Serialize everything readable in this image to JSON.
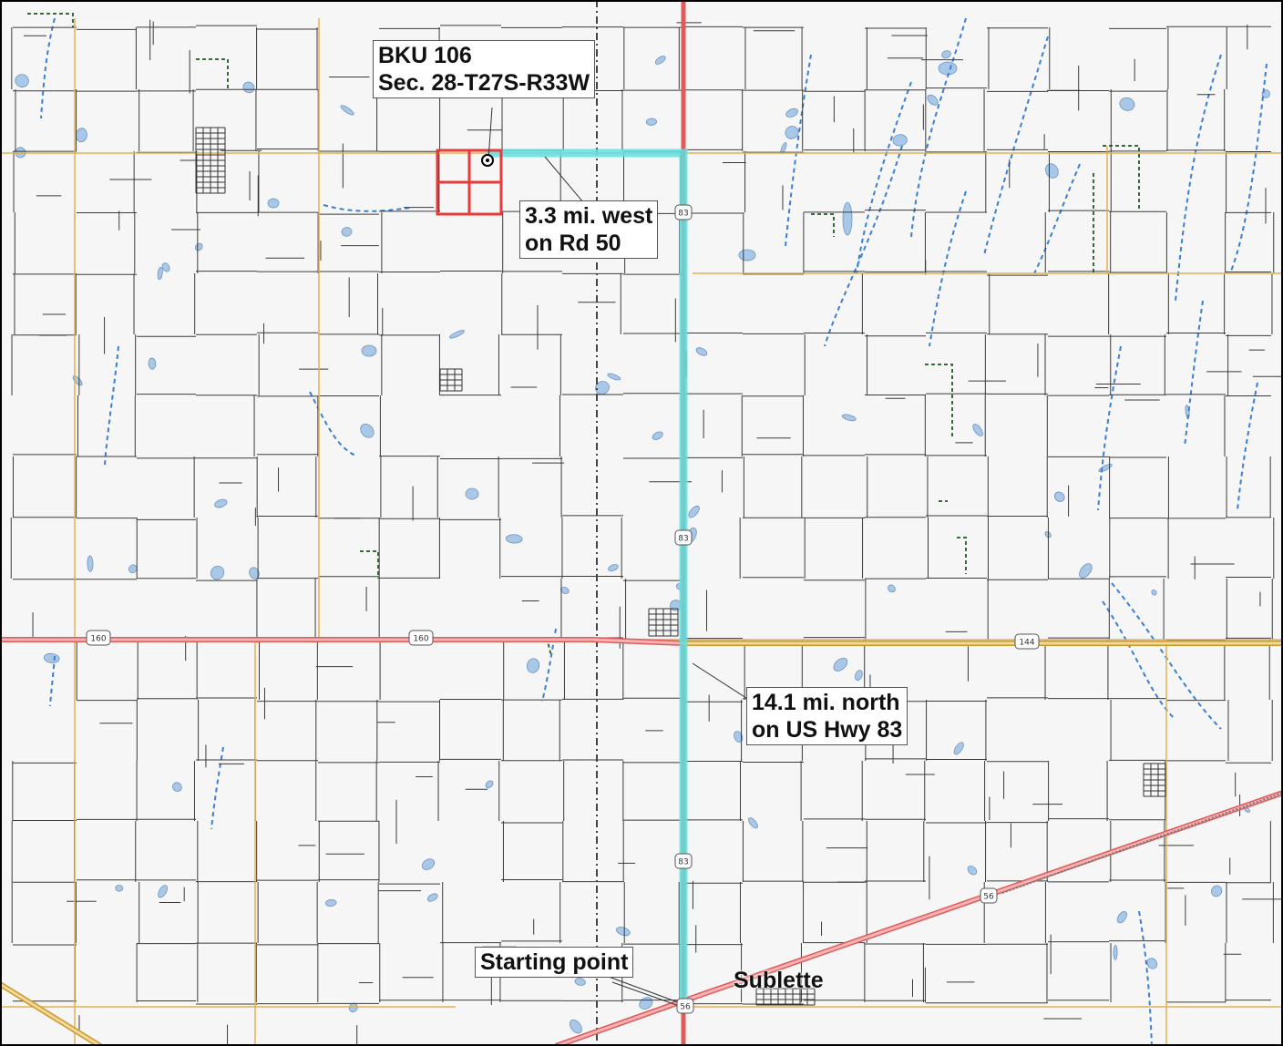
{
  "map": {
    "colors": {
      "background": "#f6f6f6",
      "grid_road": "#3a3a3a",
      "county_road": "#e0b050",
      "highway_red": "#e05a5a",
      "highway_red_fill": "#f7b3b3",
      "route_highlight": "#5fe0e0",
      "stream": "#3a7fd0",
      "pond": "#a9c8e8",
      "boundary_dash": "#3a6a3a",
      "section_box": "#e83a3a",
      "state_hwy": "#c89a2a"
    },
    "shields": [
      {
        "id": "us-83-a",
        "label": "83"
      },
      {
        "id": "us-83-b",
        "label": "83"
      },
      {
        "id": "us-83-c",
        "label": "83"
      },
      {
        "id": "us-160-a",
        "label": "160"
      },
      {
        "id": "us-160-b",
        "label": "160"
      },
      {
        "id": "ks-144",
        "label": "144"
      },
      {
        "id": "us-56-a",
        "label": "56"
      },
      {
        "id": "us-56-b",
        "label": "56"
      }
    ]
  },
  "callouts": {
    "well": {
      "line1": "BKU 106",
      "line2": "Sec. 28-T27S-R33W"
    },
    "west": {
      "line1": "3.3 mi. west",
      "line2": "on Rd 50"
    },
    "north": {
      "line1": "14.1 mi. north",
      "line2": "on US Hwy 83"
    },
    "start": {
      "line1": "Starting point"
    }
  },
  "town": {
    "name": "Sublette"
  }
}
